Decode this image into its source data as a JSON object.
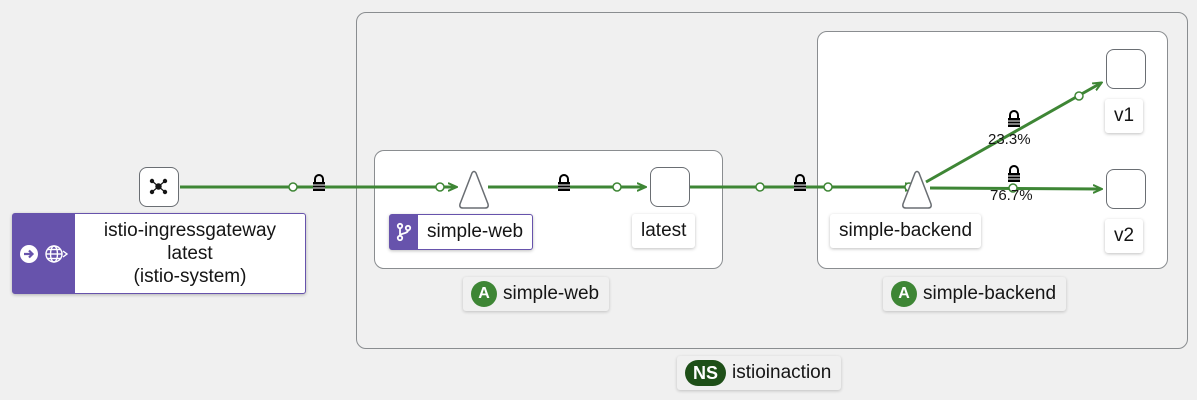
{
  "gateway": {
    "name": "istio-ingressgateway",
    "version": "latest",
    "namespace": "(istio-system)"
  },
  "namespace": {
    "badge": "NS",
    "name": "istioinaction"
  },
  "apps": {
    "web": {
      "badge": "A",
      "name": "simple-web",
      "service": "simple-web",
      "workload": "latest"
    },
    "backend": {
      "badge": "A",
      "name": "simple-backend",
      "service": "simple-backend",
      "versions": [
        "v1",
        "v2"
      ]
    }
  },
  "edges": {
    "to_v1": {
      "percent": "23.3%"
    },
    "to_v2": {
      "percent": "76.7%"
    }
  },
  "colors": {
    "edge": "#3e8635",
    "app_badge": "#3e8635",
    "ns_badge": "#1e4f18",
    "gateway": "#6753ac",
    "service_icon": "#6753ac"
  }
}
